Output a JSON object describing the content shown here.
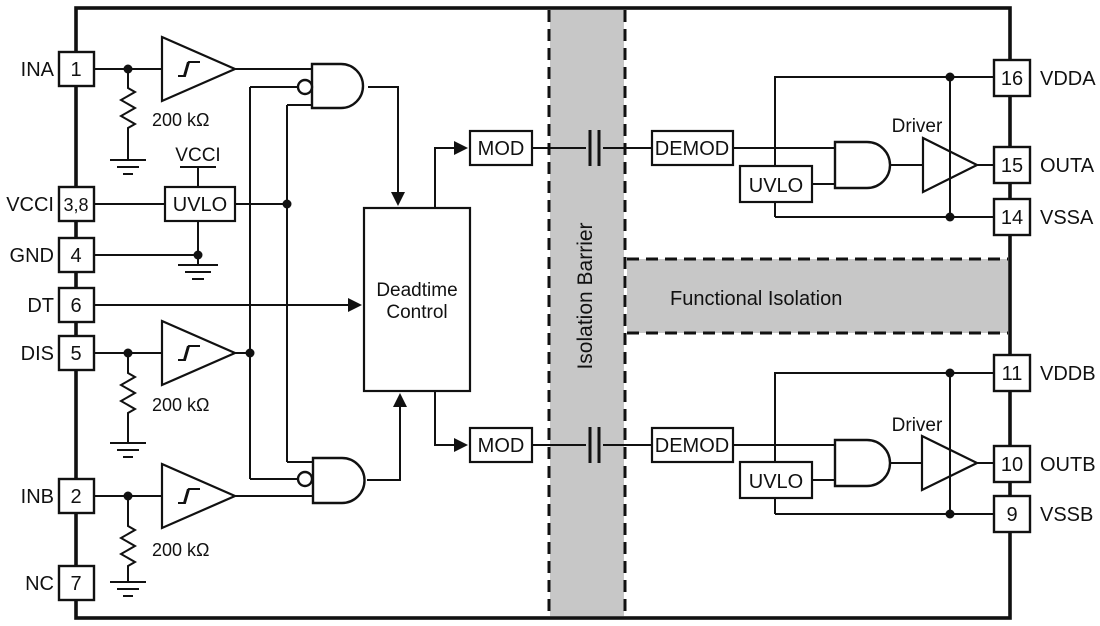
{
  "diagram": {
    "left_pins": [
      {
        "label": "INA",
        "number": "1"
      },
      {
        "label": "VCCI",
        "number": "3,8"
      },
      {
        "label": "GND",
        "number": "4"
      },
      {
        "label": "DT",
        "number": "6"
      },
      {
        "label": "DIS",
        "number": "5"
      },
      {
        "label": "INB",
        "number": "2"
      },
      {
        "label": "NC",
        "number": "7"
      }
    ],
    "right_pins": [
      {
        "label": "VDDA",
        "number": "16"
      },
      {
        "label": "OUTA",
        "number": "15"
      },
      {
        "label": "VSSA",
        "number": "14"
      },
      {
        "label": "VDDB",
        "number": "11"
      },
      {
        "label": "OUTB",
        "number": "10"
      },
      {
        "label": "VSSB",
        "number": "9"
      }
    ],
    "blocks": {
      "uvlo": "UVLO",
      "mod": "MOD",
      "demod": "DEMOD",
      "deadtime_line1": "Deadtime",
      "deadtime_line2": "Control",
      "driver": "Driver"
    },
    "labels": {
      "resistor_value": "200 kΩ",
      "vcci_supply": "VCCI",
      "isolation_barrier": "Isolation Barrier",
      "functional_isolation": "Functional Isolation"
    },
    "colors": {
      "isolation_fill": "#c7c7c7",
      "line": "#111111"
    }
  }
}
